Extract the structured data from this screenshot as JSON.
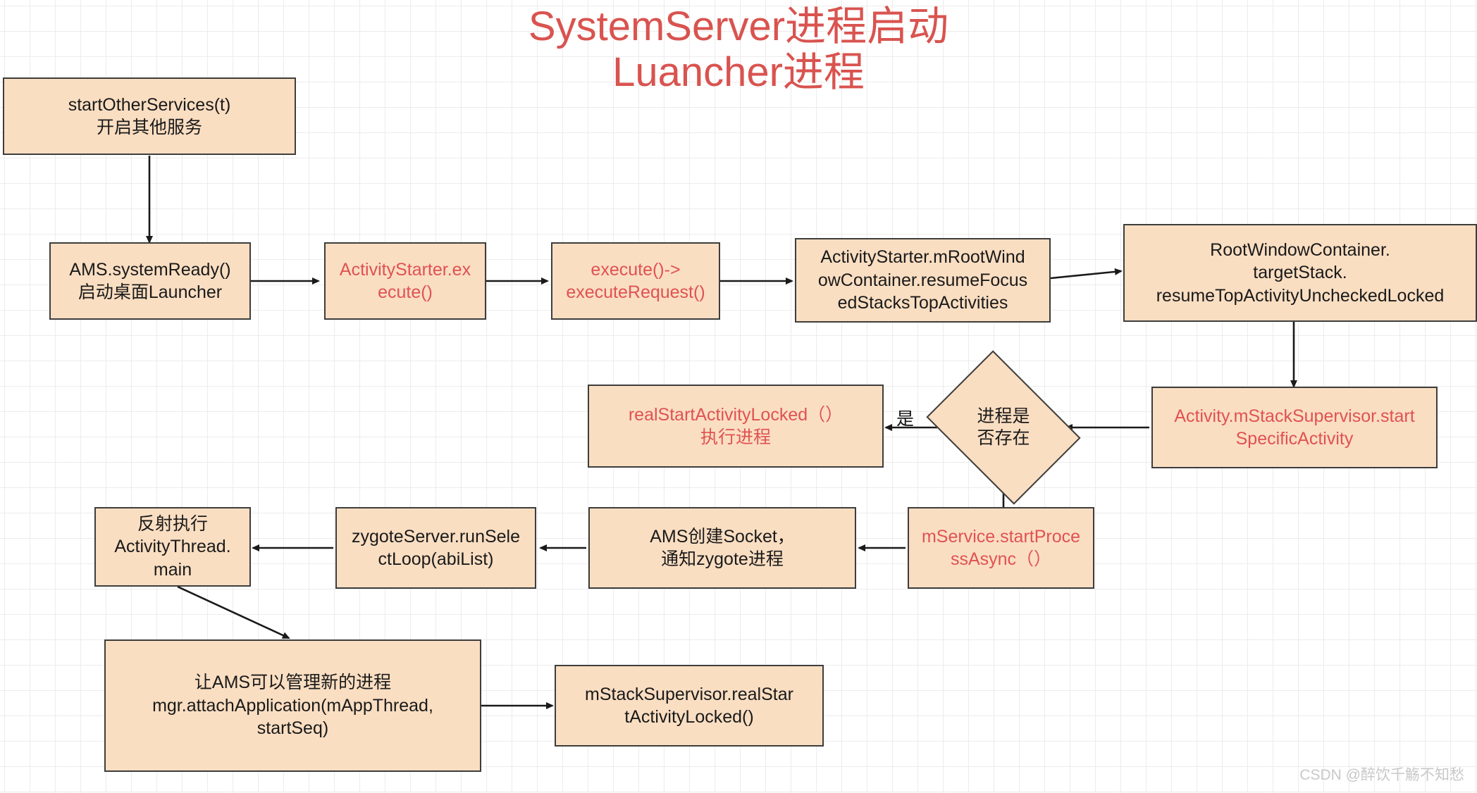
{
  "title": "SystemServer进程启动\nLuancher进程",
  "title_color": "#d9534f",
  "node_fill": "#fadec2",
  "node_stroke": "#3d3d3d",
  "red_text": "#e05252",
  "watermark": "CSDN @醉饮千觞不知愁",
  "nodes": [
    {
      "id": "start-other-services",
      "label": "startOtherServices(t)\n开启其他服务",
      "color": "dark"
    },
    {
      "id": "ams-system-ready",
      "label": "AMS.systemReady()\n启动桌面Launcher",
      "color": "dark"
    },
    {
      "id": "activity-starter-execute",
      "label": "ActivityStarter.ex\necute()",
      "color": "red"
    },
    {
      "id": "execute-request",
      "label": "execute()->\nexecuteRequest()",
      "color": "red"
    },
    {
      "id": "resume-focused-stacks",
      "label": "ActivityStarter.mRootWind\nowContainer.resumeFocus\nedStacksTopActivities",
      "color": "dark"
    },
    {
      "id": "root-window-container",
      "label": "RootWindowContainer.\ntargetStack.\nresumeTopActivityUncheckedLocked",
      "color": "dark"
    },
    {
      "id": "start-specific-activity",
      "label": "Activity.mStackSupervisor.start\nSpecificActivity",
      "color": "red"
    },
    {
      "id": "real-start-activity-locked",
      "label": "realStartActivityLocked（）\n执行进程",
      "color": "red"
    },
    {
      "id": "start-process-async",
      "label": "mService.startProce\nssAsync（）",
      "color": "red"
    },
    {
      "id": "ams-create-socket",
      "label": "AMS创建Socket，\n通知zygote进程",
      "color": "dark"
    },
    {
      "id": "zygote-run-select-loop",
      "label": "zygoteServer.runSele\nctLoop(abiList)",
      "color": "dark"
    },
    {
      "id": "reflect-activity-thread-main",
      "label": "反射执行\nActivityThread.\nmain",
      "color": "dark"
    },
    {
      "id": "attach-application",
      "label": "让AMS可以管理新的进程\nmgr.attachApplication(mAppThread,\nstartSeq)",
      "color": "dark"
    },
    {
      "id": "real-start-activity-locked-2",
      "label": "mStackSupervisor.realStar\ntActivityLocked()",
      "color": "dark"
    }
  ],
  "decision": {
    "id": "process-exists",
    "label": "进程是\n否存在"
  },
  "edge_labels": [
    {
      "id": "yes-label",
      "text": "是"
    }
  ]
}
